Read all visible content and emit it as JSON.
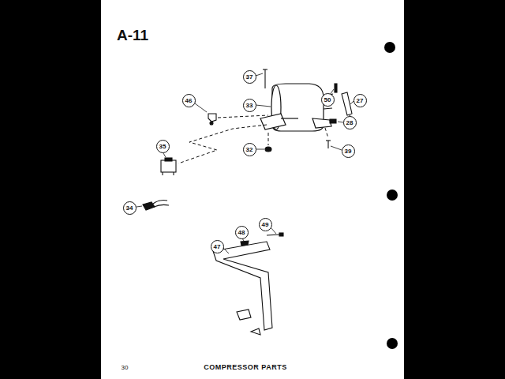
{
  "diagram": {
    "title": "A-11",
    "caption": "COMPRESSOR PARTS",
    "labels": [
      "37",
      "46",
      "33",
      "50",
      "27",
      "28",
      "35",
      "32",
      "39",
      "34",
      "47",
      "48",
      "49",
      "30"
    ]
  }
}
